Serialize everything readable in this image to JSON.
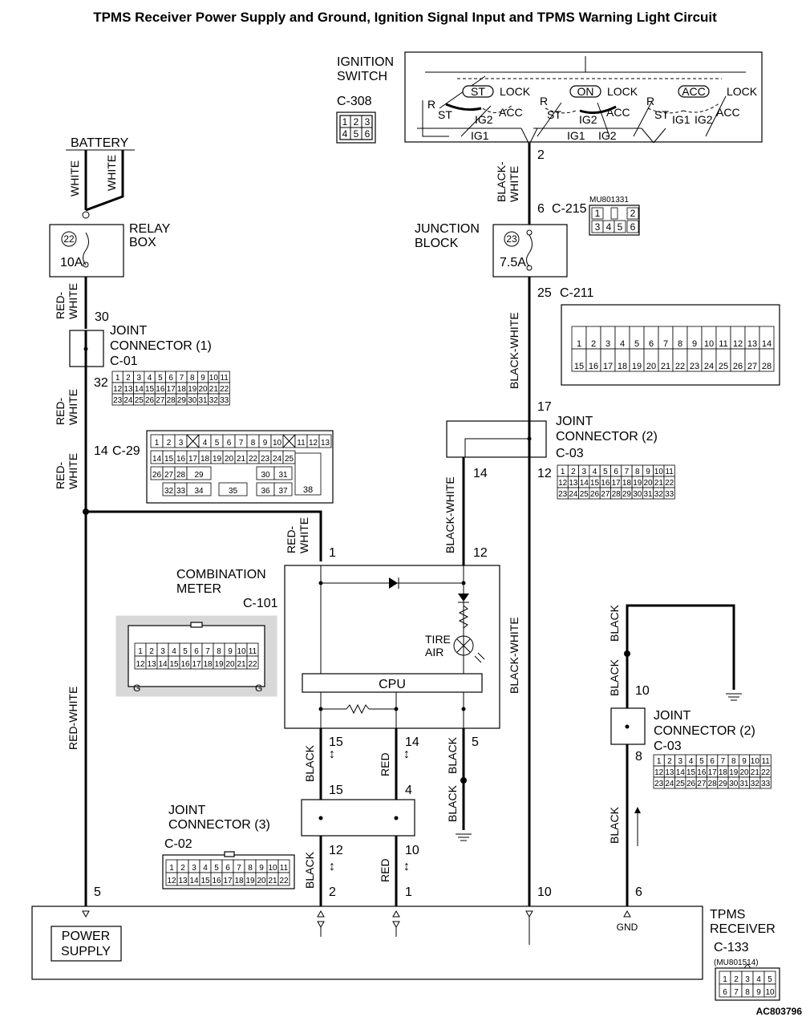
{
  "title": "TPMS Receiver Power Supply and Ground, Ignition Signal Input and TPMS Warning Light Circuit",
  "figure_code": "AC803796",
  "components": {
    "ignition_switch": {
      "label_line1": "IGNITION",
      "label_line2": "SWITCH",
      "connector": "C-308",
      "positions": {
        "st": "ST",
        "on": "ON",
        "acc": "ACC",
        "lock": "LOCK",
        "ig1": "IG1",
        "ig2": "IG2",
        "r": "R"
      },
      "pin_out": "2",
      "connector_pins": [
        "1",
        "2",
        "3",
        "4",
        "5",
        "6"
      ]
    },
    "battery": {
      "label": "BATTERY"
    },
    "relay_box": {
      "label_line1": "RELAY",
      "label_line2": "BOX",
      "fuse_no": "22",
      "fuse_rating": "10A",
      "pin_out": "30"
    },
    "junction_block": {
      "label_line1": "JUNCTION",
      "label_line2": "BLOCK",
      "fuse_no": "23",
      "fuse_rating": "7.5A",
      "pin_in": "6",
      "connector_in": "C-215",
      "connector_in_part": "MU801331",
      "connector_in_pins": [
        "1",
        "2",
        "3",
        "4",
        "5",
        "6"
      ],
      "pin_out": "25",
      "connector_out": "C-211"
    },
    "joint_connector_1": {
      "label_line1": "JOINT",
      "label_line2": "CONNECTOR (1)",
      "connector": "C-01",
      "pin_in": "30",
      "pin_out": "32"
    },
    "joint_connector_2_top": {
      "label_line1": "JOINT",
      "label_line2": "CONNECTOR (2)",
      "connector": "C-03",
      "pin_in": "17",
      "pin_out_a": "14",
      "pin_out_b": "12"
    },
    "joint_connector_2_right": {
      "label_line1": "JOINT",
      "label_line2": "CONNECTOR (2)",
      "connector": "C-03",
      "pin_in": "10",
      "pin_out": "8"
    },
    "joint_connector_3": {
      "label_line1": "JOINT",
      "label_line2": "CONNECTOR (3)",
      "connector": "C-02",
      "pin_in_a": "15",
      "pin_in_b": "4",
      "pin_out_a": "12",
      "pin_out_b": "10"
    },
    "c29": {
      "pin": "14",
      "connector": "C-29"
    },
    "combination_meter": {
      "label_line1": "COMBINATION",
      "label_line2": "METER",
      "connector": "C-101",
      "pin_1": "1",
      "pin_12": "12",
      "pin_15": "15",
      "pin_14": "14",
      "pin_5": "5",
      "cpu_label": "CPU",
      "lamp_label_line1": "TIRE",
      "lamp_label_line2": "AIR"
    },
    "tpms_receiver": {
      "label_line1": "TPMS",
      "label_line2": "RECEIVER",
      "connector": "C-133",
      "connector_part": "(MU801514)",
      "power_label_line1": "POWER",
      "power_label_line2": "SUPPLY",
      "gnd_label": "GND",
      "pin_5": "5",
      "pin_2": "2",
      "pin_1": "1",
      "pin_10": "10",
      "pin_6": "6",
      "connector_pins": [
        "1",
        "2",
        "3",
        "4",
        "5",
        "6",
        "7",
        "8",
        "9",
        "10"
      ]
    }
  },
  "wires": {
    "white": "WHITE",
    "red_white": "RED-",
    "red_white_2": "WHITE",
    "red_white_full": "RED-WHITE",
    "black_white_1": "BLACK-",
    "black_white_2": "WHITE",
    "black_white_full": "BLACK-WHITE",
    "black": "BLACK",
    "red": "RED"
  },
  "grids": {
    "c01": [
      [
        "1",
        "2",
        "3",
        "4",
        "5",
        "6",
        "7",
        "8",
        "9",
        "10",
        "11"
      ],
      [
        "12",
        "13",
        "14",
        "15",
        "16",
        "17",
        "18",
        "19",
        "20",
        "21",
        "22"
      ],
      [
        "23",
        "24",
        "25",
        "26",
        "27",
        "28",
        "29",
        "30",
        "31",
        "32",
        "33"
      ]
    ],
    "c211": [
      [
        "1",
        "2",
        "3",
        "4",
        "5",
        "6",
        "7",
        "8",
        "9",
        "10",
        "11",
        "12",
        "13",
        "14"
      ],
      [
        "15",
        "16",
        "17",
        "18",
        "19",
        "20",
        "21",
        "22",
        "23",
        "24",
        "25",
        "26",
        "27",
        "28"
      ]
    ],
    "c29": [
      [
        "1",
        "2",
        "3",
        "",
        "4",
        "5",
        "6",
        "7",
        "8",
        "9",
        "10",
        "",
        "11",
        "12",
        "13"
      ],
      [
        "14",
        "15",
        "16",
        "17",
        "18",
        "19",
        "20",
        "21",
        "22",
        "23",
        "24",
        "25"
      ],
      [
        "26",
        "27",
        "28",
        "29",
        "30",
        "31"
      ],
      [
        "32",
        "33",
        "34",
        "35",
        "36",
        "37"
      ]
    ],
    "c29_big": "38",
    "c101": [
      [
        "1",
        "2",
        "3",
        "4",
        "5",
        "6",
        "7",
        "8",
        "9",
        "10",
        "11"
      ],
      [
        "12",
        "13",
        "14",
        "15",
        "16",
        "17",
        "18",
        "19",
        "20",
        "21",
        "22"
      ]
    ],
    "c101_corner": "G",
    "c02": [
      [
        "1",
        "2",
        "3",
        "4",
        "5",
        "6",
        "7",
        "8",
        "9",
        "10",
        "11"
      ],
      [
        "12",
        "13",
        "14",
        "15",
        "16",
        "17",
        "18",
        "19",
        "20",
        "21",
        "22"
      ]
    ]
  }
}
